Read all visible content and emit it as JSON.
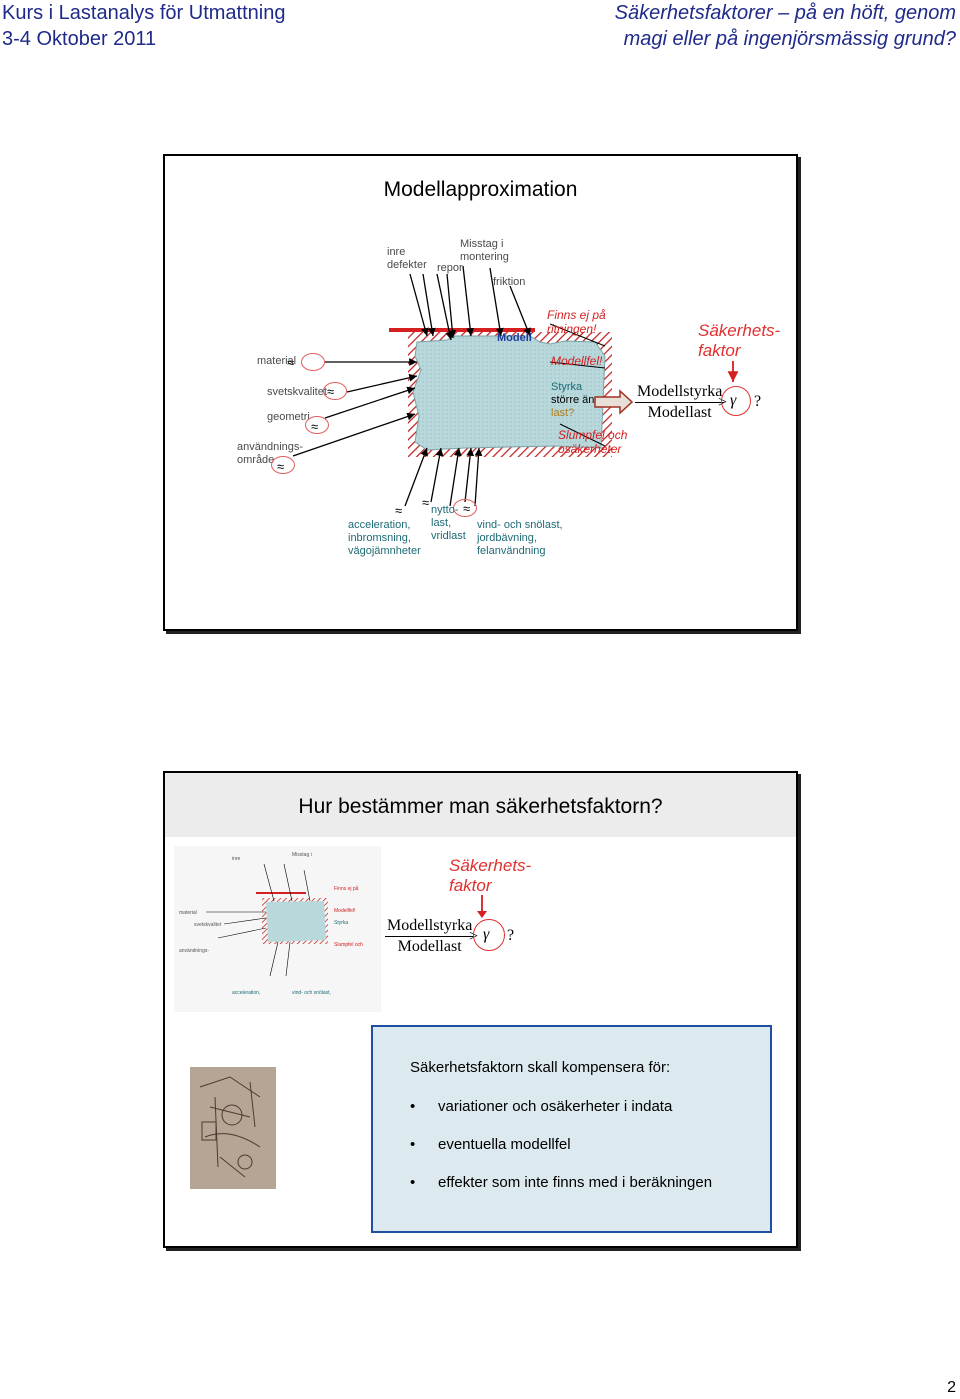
{
  "header": {
    "left_line1": "Kurs i Lastanalys för Utmattning",
    "left_line2": "3-4 Oktober 2011",
    "right_line1": "Säkerhetsfaktorer – på en höft, genom",
    "right_line2": "magi eller på ingenjörsmässig grund?"
  },
  "slide1": {
    "title": "Modellapproximation",
    "labels": {
      "inre_defekter_1": "inre",
      "inre_defekter_2": "defekter",
      "repor": "repor",
      "misstag_1": "Misstag i",
      "misstag_2": "montering",
      "friktion": "friktion",
      "material": "material",
      "svetskvalitet": "svetskvalitet",
      "geometri": "geometri",
      "anvandning_1": "användnings-",
      "anvandning_2": "område",
      "modell": "Modell",
      "finns_ej_1": "Finns ej på",
      "finns_ej_2": "ritningen!",
      "modellfel": "Modellfel!",
      "styrka_1": "Styrka",
      "styrka_2": "större än",
      "styrka_3": "last?",
      "slumpfel_1": "Slumpfel och",
      "slumpfel_2": "osäkerheter",
      "acc_1": "acceleration,",
      "acc_2": "inbromsning,",
      "acc_3": "vägojämnheter",
      "nytto_1": "nytto-",
      "nytto_2": "last,",
      "nytto_3": "vridlast",
      "vind_1": "vind- och snölast,",
      "vind_2": "jordbävning,",
      "vind_3": "felanvändning"
    },
    "safety_1": "Säkerhets-",
    "safety_2": "faktor",
    "frac_num": "Modellstyrka",
    "frac_den": "Modellast",
    "gt": ">",
    "gamma": "γ",
    "q": "?",
    "approx": "≈"
  },
  "slide2": {
    "title": "Hur bestämmer man säkerhetsfaktorn?",
    "safety_1": "Säkerhets-",
    "safety_2": "faktor",
    "frac_num": "Modellstyrka",
    "frac_den": "Modellast",
    "gt": ">",
    "gamma": "γ",
    "q": "?",
    "box_intro": "Säkerhetsfaktorn skall kompensera för:",
    "bullets": [
      "variationer och osäkerheter i indata",
      "eventuella modellfel",
      "effekter som inte finns med i beräkningen"
    ],
    "bullet_char": "•"
  },
  "page_number": "2",
  "colors": {
    "header": "#1f2a8a",
    "accent_red": "#e03030",
    "box_fill": "#dce9ee",
    "box_border": "#1f4fa0",
    "model_fill": "#b8d8dc"
  }
}
